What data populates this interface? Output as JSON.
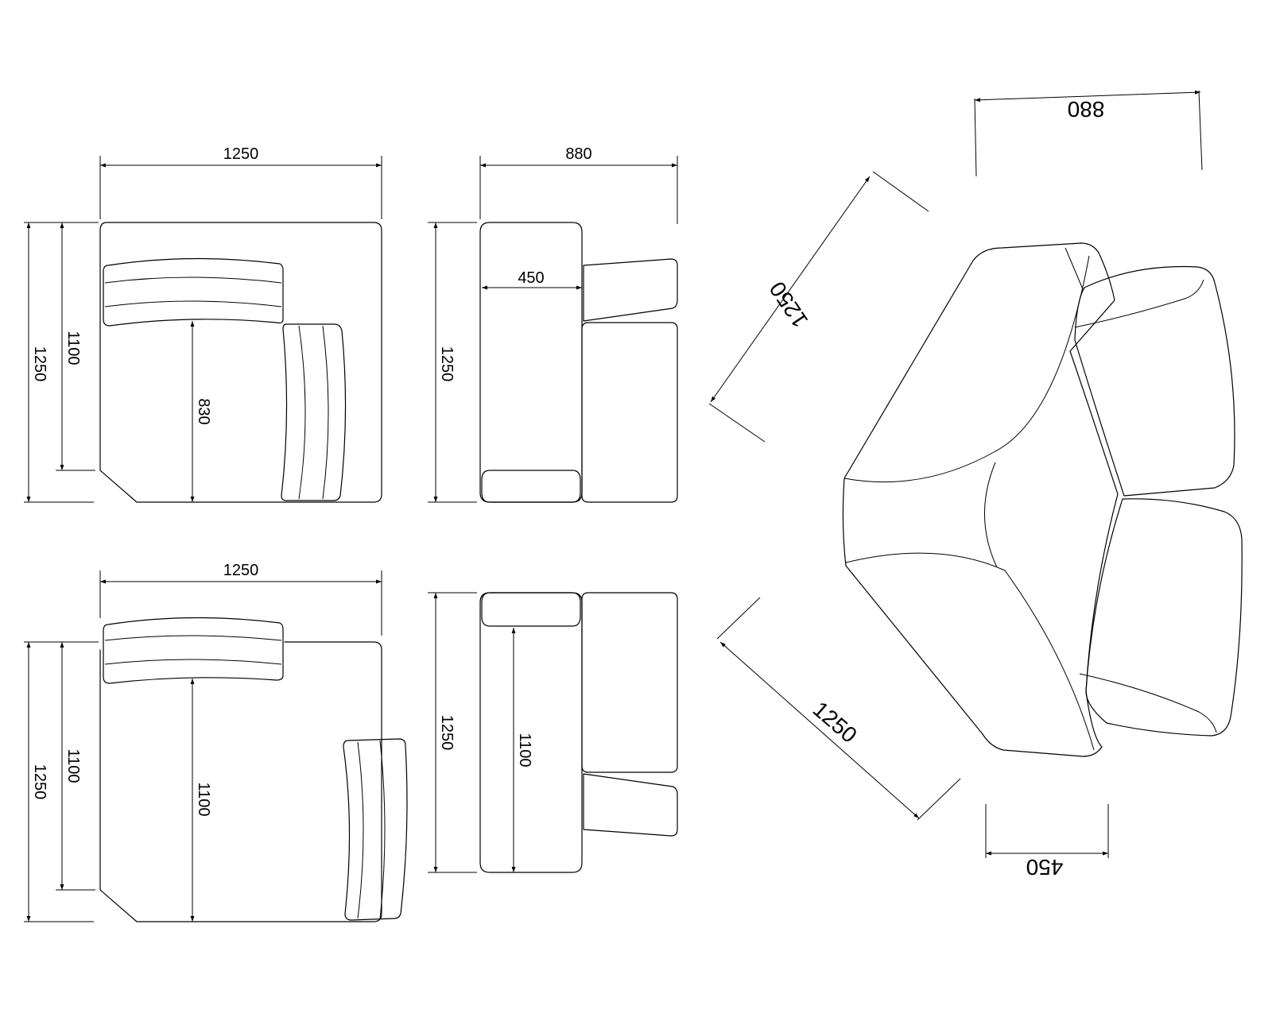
{
  "dimensions": {
    "top_left_width": "1250",
    "top_left_height_outer": "1250",
    "top_left_height_inner": "1100",
    "top_left_depth": "830",
    "top_mid_width": "880",
    "top_mid_seat": "450",
    "top_mid_height": "1250",
    "bottom_left_width": "1250",
    "bottom_left_height_outer": "1250",
    "bottom_left_height_inner": "1100",
    "bottom_left_depth": "1100",
    "bottom_mid_height": "1250",
    "bottom_mid_inner": "1100",
    "right_top_width": "880",
    "right_upper_diag": "1250",
    "right_lower_diag": "1250",
    "right_bottom_width": "450"
  },
  "colors": {
    "stroke": "#000000",
    "background": "#ffffff"
  }
}
